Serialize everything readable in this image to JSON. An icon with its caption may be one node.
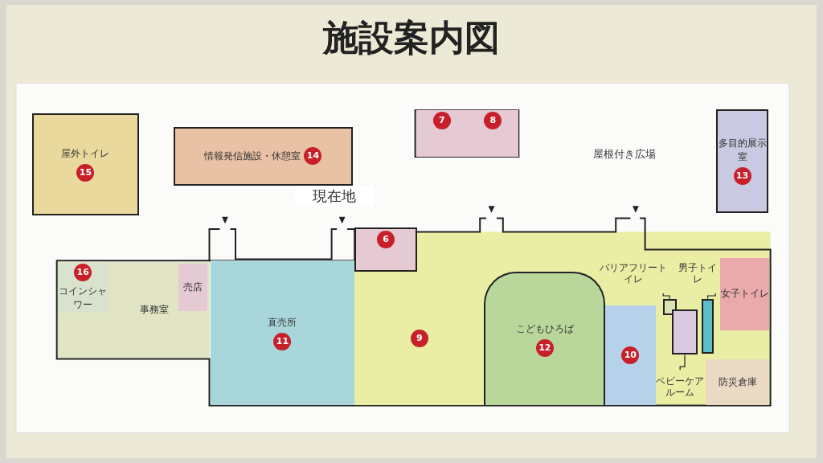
{
  "diagram": {
    "title": "施設案内図",
    "nodes": [
      {
        "text": [
          "屋外トイレ",
          "15"
        ]
      },
      {
        "text": [
          "情報発信施設・休憩室",
          "14"
        ]
      },
      {
        "text": [
          "7"
        ]
      },
      {
        "text": [
          "8"
        ]
      },
      {
        "text": [
          "多目的展示室",
          "13"
        ]
      },
      {
        "text": [
          "6"
        ]
      },
      {
        "text": [
          "事務室"
        ]
      },
      {
        "text": [
          "16",
          "コインシャワー"
        ],
        "in": 6
      },
      {
        "text": [
          "売店"
        ],
        "in": 6
      },
      {
        "text": [
          "直売所",
          "11"
        ]
      },
      {
        "text": [
          "9"
        ]
      },
      {
        "text": [
          "こどもひろば",
          "12"
        ]
      },
      {
        "text": [
          "10"
        ]
      },
      {
        "text": [
          "女子トイレ"
        ]
      },
      {
        "text": [
          "防災倉庫"
        ]
      },
      {
        "text": [
          "バリアフリートイレ"
        ]
      },
      {
        "text": [
          "男子トイレ"
        ]
      },
      {
        "text": [
          "ベビーケアルーム"
        ]
      },
      {
        "text": [],
        "shape": "box"
      },
      {
        "text": [],
        "shape": "box"
      },
      {
        "text": [],
        "shape": "box"
      }
    ],
    "edges": [
      {
        "from": 15,
        "to": 18,
        "arrow": "none"
      },
      {
        "from": 16,
        "to": 19,
        "arrow": "none"
      },
      {
        "from": 17,
        "to": 20,
        "arrow": "none"
      }
    ],
    "labels": [
      "屋根付き広場",
      "現在地"
    ]
  }
}
